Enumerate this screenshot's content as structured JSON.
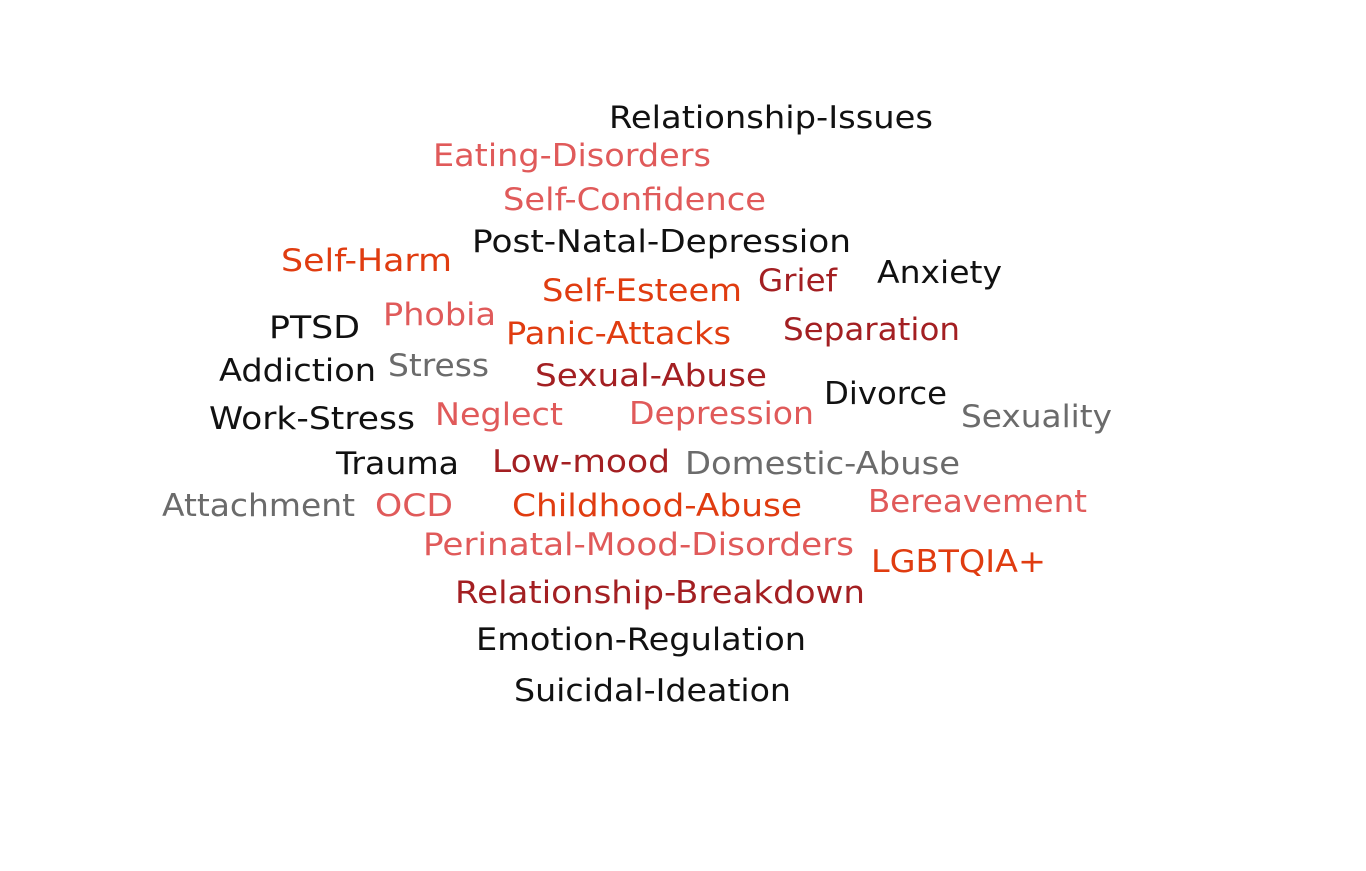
{
  "palette": {
    "black": "#111111",
    "coral": "#e05a5a",
    "orange": "#e03c10",
    "crimson": "#a31f22",
    "gray": "#6b6b6b"
  },
  "words": [
    {
      "text": "Relationship-Issues",
      "color": "black"
    },
    {
      "text": "Eating-Disorders",
      "color": "coral"
    },
    {
      "text": "Self-Confidence",
      "color": "coral"
    },
    {
      "text": "Post-Natal-Depression",
      "color": "black"
    },
    {
      "text": "Self-Harm",
      "color": "orange"
    },
    {
      "text": "Self-Esteem",
      "color": "orange"
    },
    {
      "text": "Grief",
      "color": "crimson"
    },
    {
      "text": "Anxiety",
      "color": "black"
    },
    {
      "text": "PTSD",
      "color": "black"
    },
    {
      "text": "Phobia",
      "color": "coral"
    },
    {
      "text": "Panic-Attacks",
      "color": "orange"
    },
    {
      "text": "Separation",
      "color": "crimson"
    },
    {
      "text": "Addiction",
      "color": "black"
    },
    {
      "text": "Stress",
      "color": "gray"
    },
    {
      "text": "Sexual-Abuse",
      "color": "crimson"
    },
    {
      "text": "Divorce",
      "color": "black"
    },
    {
      "text": "Work-Stress",
      "color": "black"
    },
    {
      "text": "Neglect",
      "color": "coral"
    },
    {
      "text": "Depression",
      "color": "coral"
    },
    {
      "text": "Sexuality",
      "color": "gray"
    },
    {
      "text": "Trauma",
      "color": "black"
    },
    {
      "text": "Low-mood",
      "color": "crimson"
    },
    {
      "text": "Domestic-Abuse",
      "color": "gray"
    },
    {
      "text": "Attachment",
      "color": "gray"
    },
    {
      "text": "OCD",
      "color": "coral"
    },
    {
      "text": "Childhood-Abuse",
      "color": "orange"
    },
    {
      "text": "Bereavement",
      "color": "coral"
    },
    {
      "text": "Perinatal-Mood-Disorders",
      "color": "coral"
    },
    {
      "text": "LGBTQIA+",
      "color": "orange"
    },
    {
      "text": "Relationship-Breakdown",
      "color": "crimson"
    },
    {
      "text": "Emotion-Regulation",
      "color": "black"
    },
    {
      "text": "Suicidal-Ideation",
      "color": "black"
    }
  ]
}
